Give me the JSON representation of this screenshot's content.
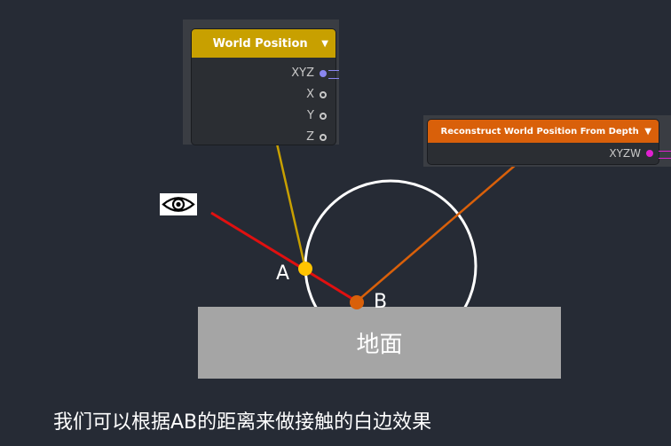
{
  "world_node": {
    "title": "World Position",
    "header_color": "#c8a000",
    "ports": [
      {
        "label": "XYZ",
        "connected": true,
        "color": "#8a86f0"
      },
      {
        "label": "X",
        "connected": false
      },
      {
        "label": "Y",
        "connected": false
      },
      {
        "label": "Z",
        "connected": false
      }
    ]
  },
  "depth_node": {
    "title": "Reconstruct World Position From Depth",
    "header_color": "#d9600a",
    "ports": [
      {
        "label": "XYZW",
        "connected": true,
        "color": "#e020d0"
      }
    ]
  },
  "points": {
    "a_label": "A",
    "a_color": "#ffc400",
    "b_label": "B",
    "b_color": "#d9600a"
  },
  "ground_label": "地面",
  "caption": "我们可以根据AB的距离来做接触的白边效果",
  "colors": {
    "view_ray": "#e01010",
    "world_arrow": "#c8a000",
    "depth_arrow": "#d9600a",
    "sphere": "#ffffff"
  },
  "icons": {
    "eye": "eye-icon"
  }
}
